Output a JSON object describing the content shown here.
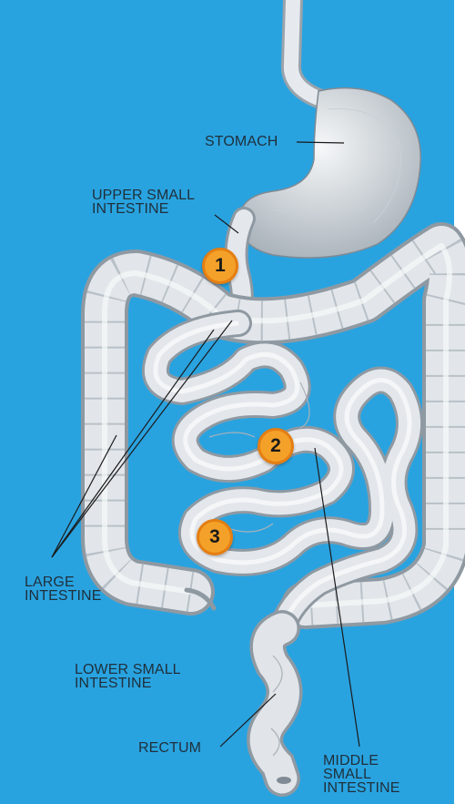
{
  "labels": {
    "stomach": "STOMACH",
    "upper_small_intestine": [
      "UPPER SMALL",
      "INTESTINE"
    ],
    "large_intestine": [
      "LARGE",
      "INTESTINE"
    ],
    "lower_small_intestine": [
      "LOWER SMALL",
      "INTESTINE"
    ],
    "rectum": "RECTUM",
    "middle_small_intestine": [
      "MIDDLE",
      "SMALL",
      "INTESTINE"
    ]
  },
  "markers": [
    "1",
    "2",
    "3"
  ],
  "colors": {
    "background": "#29a3e0",
    "organ": "#dfe3e7",
    "organ_shade": "#a9b1b9",
    "label_text": "#1f2f3a",
    "leader_line": "#1a1a1a",
    "marker_fill": "#f4a12a",
    "marker_border": "#e57e12"
  }
}
